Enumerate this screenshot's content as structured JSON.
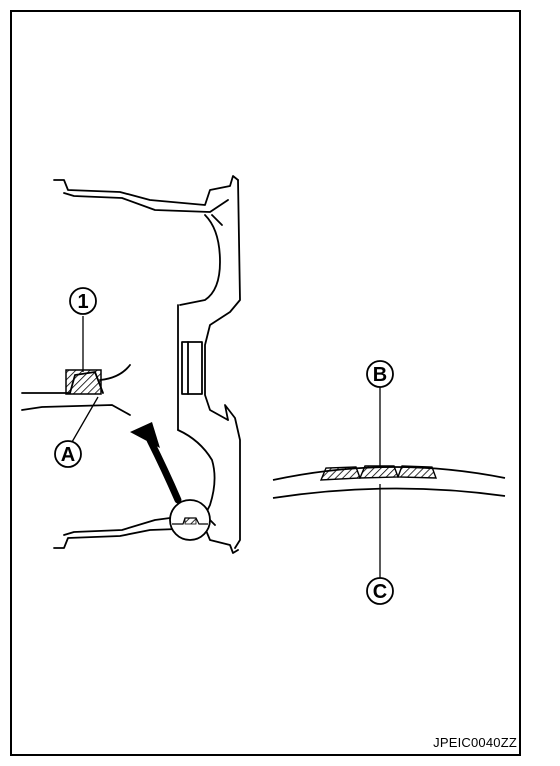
{
  "callouts": {
    "part_1": "1",
    "a": "A",
    "b": "B",
    "c": "C"
  },
  "figure_id": "JPEIC0040ZZ",
  "colors": {
    "line": "#000000",
    "background": "#ffffff"
  }
}
